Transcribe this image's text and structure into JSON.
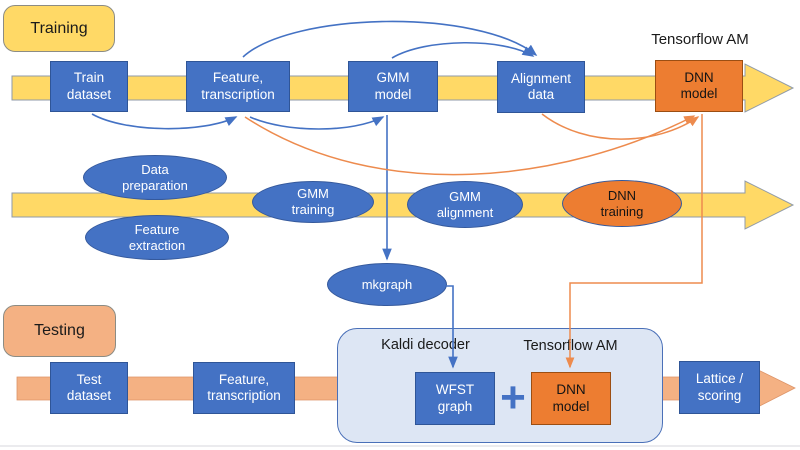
{
  "colors": {
    "node_blue": "#4472C4",
    "node_blue_border": "#2F5597",
    "node_orange": "#ED7D31",
    "band_yellow": "#FFD966",
    "band_salmon": "#F4B183",
    "decoder_container_fill": "#DDE6F4",
    "decoder_container_border": "#4A70B8",
    "connector_blue": "#4472C4",
    "connector_orange": "#ED8B4E"
  },
  "training": {
    "section_label": "Training",
    "tensorflow_am_label": "Tensorflow AM",
    "pipeline": [
      {
        "label": "Train\ndataset"
      },
      {
        "label": "Feature,\ntranscription"
      },
      {
        "label": "GMM\nmodel"
      },
      {
        "label": "Alignment\ndata"
      },
      {
        "label": "DNN\nmodel"
      }
    ],
    "stages": [
      {
        "label": "Data\npreparation"
      },
      {
        "label": "Feature\nextraction"
      },
      {
        "label": "GMM\ntraining"
      },
      {
        "label": "GMM\nalignment"
      },
      {
        "label": "DNN\ntraining"
      }
    ],
    "mkgraph_label": "mkgraph"
  },
  "testing": {
    "section_label": "Testing",
    "pipeline": [
      {
        "label": "Test\ndataset"
      },
      {
        "label": "Feature,\ntranscription"
      }
    ],
    "decoder": {
      "title": "Kaldi decoder",
      "tensorflow_am_label": "Tensorflow AM",
      "wfst_label": "WFST\ngraph",
      "plus_sign": "+",
      "dnn_label": "DNN\nmodel"
    },
    "output_label": "Lattice /\nscoring"
  }
}
